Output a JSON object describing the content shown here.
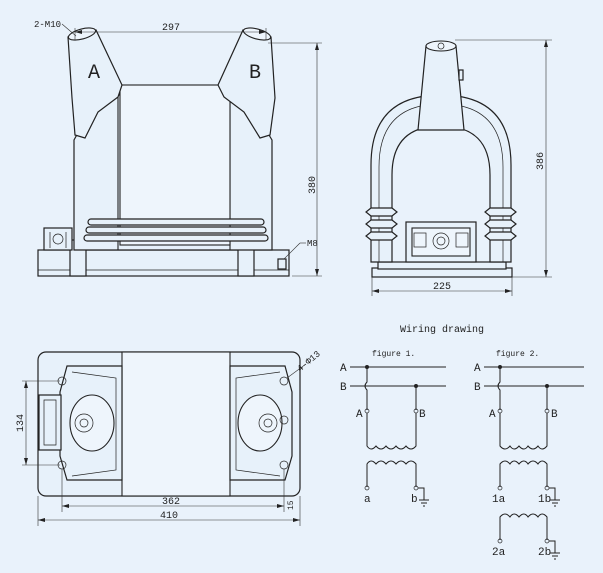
{
  "front_view": {
    "label_terminal": "2-M10",
    "dim_width": "297",
    "dim_height": "380",
    "label_ground": "M8",
    "letter_a": "A",
    "letter_b": "B"
  },
  "side_view": {
    "dim_height": "386",
    "dim_width": "225"
  },
  "top_view": {
    "dim_hole_label": "4-Φ13",
    "dim_134": "134",
    "dim_362": "362",
    "dim_15": "15",
    "dim_410": "410"
  },
  "wiring": {
    "title": "Wiring drawing",
    "figure1": {
      "caption": "figure 1.",
      "bus_a": "A",
      "bus_b": "B",
      "primary_a": "A",
      "primary_b": "B",
      "secondary_a": "a",
      "secondary_b": "b"
    },
    "figure2": {
      "caption": "figure 2.",
      "bus_a": "A",
      "bus_b": "B",
      "primary_a": "A",
      "primary_b": "B",
      "sec1_a": "1a",
      "sec1_b": "1b",
      "sec2_a": "2a",
      "sec2_b": "2b"
    }
  }
}
